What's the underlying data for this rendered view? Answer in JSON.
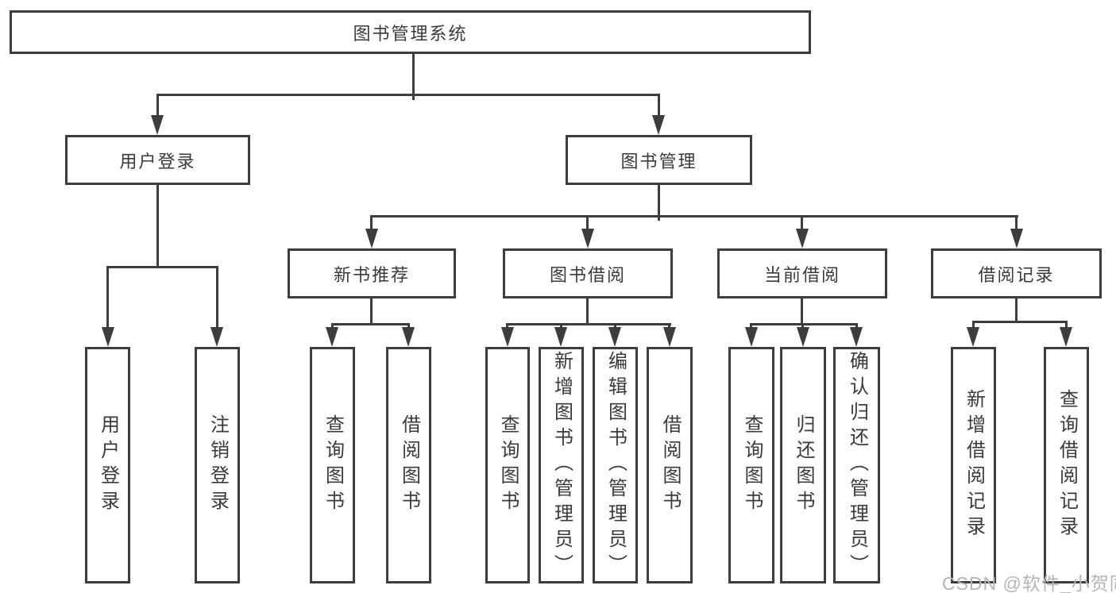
{
  "tree": {
    "root": "图书管理系统",
    "branches": [
      {
        "label": "用户登录",
        "leaves": [
          "用户登录",
          "注销登录"
        ]
      },
      {
        "label": "图书管理",
        "groups": [
          {
            "label": "新书推荐",
            "leaves": [
              "查询图书",
              "借阅图书"
            ]
          },
          {
            "label": "图书借阅",
            "leaves": [
              "查询图书",
              "新增图书（管理员）",
              "编辑图书（管理员）",
              "借阅图书"
            ]
          },
          {
            "label": "当前借阅",
            "leaves": [
              "查询图书",
              "归还图书",
              "确认归还（管理员）"
            ]
          },
          {
            "label": "借阅记录",
            "leaves": [
              "新增借阅记录",
              "查询借阅记录"
            ]
          }
        ]
      }
    ]
  },
  "watermark": {
    "text": "CSDN @软件_小贺同学"
  },
  "colors": {
    "line": "#3d3d3d",
    "text": "#3a3a3a",
    "watermark": "#b5b5b5",
    "background": "#ffffff"
  }
}
